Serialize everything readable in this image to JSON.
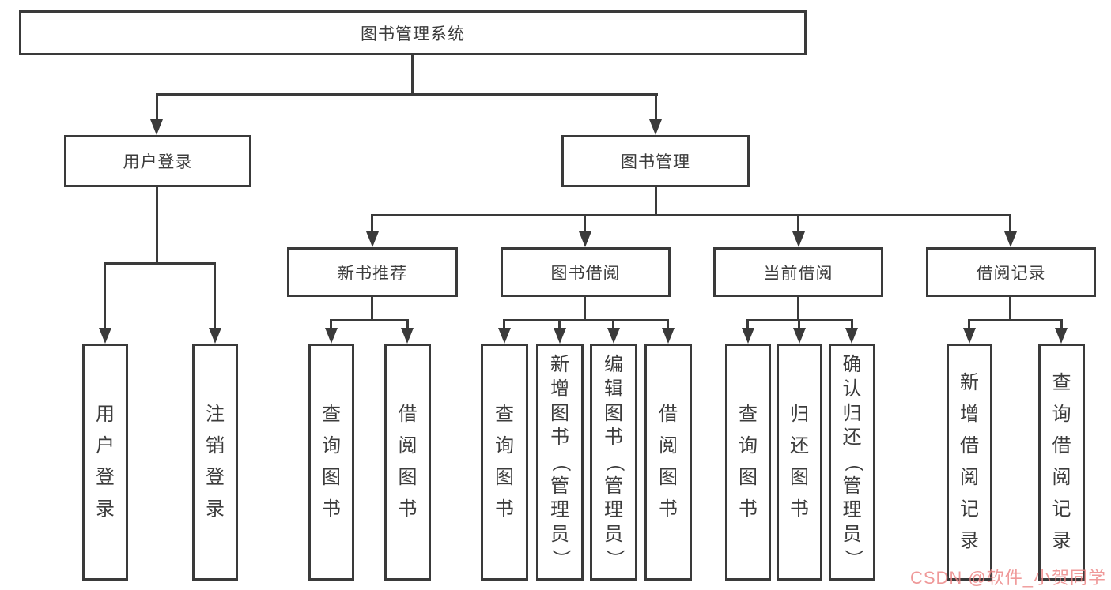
{
  "tree": {
    "label": "图书管理系统",
    "children": [
      {
        "label": "用户登录",
        "children": [
          {
            "label": "用户登录"
          },
          {
            "label": "注销登录"
          }
        ]
      },
      {
        "label": "图书管理",
        "children": [
          {
            "label": "新书推荐",
            "children": [
              {
                "label": "查询图书"
              },
              {
                "label": "借阅图书"
              }
            ]
          },
          {
            "label": "图书借阅",
            "children": [
              {
                "label": "查询图书"
              },
              {
                "label": "新增图书（管理员）"
              },
              {
                "label": "编辑图书（管理员）"
              },
              {
                "label": "借阅图书"
              }
            ]
          },
          {
            "label": "当前借阅",
            "children": [
              {
                "label": "查询图书"
              },
              {
                "label": "归还图书"
              },
              {
                "label": "确认归还（管理员）"
              }
            ]
          },
          {
            "label": "借阅记录",
            "children": [
              {
                "label": "新增借阅记录"
              },
              {
                "label": "查询借阅记录"
              }
            ]
          }
        ]
      }
    ]
  },
  "watermark": {
    "text": "CSDN @软件_小贺同学",
    "color": "#ec8282"
  },
  "colors": {
    "line": "#3a3a3a",
    "text": "#3c3c3c",
    "background": "#ffffff"
  }
}
